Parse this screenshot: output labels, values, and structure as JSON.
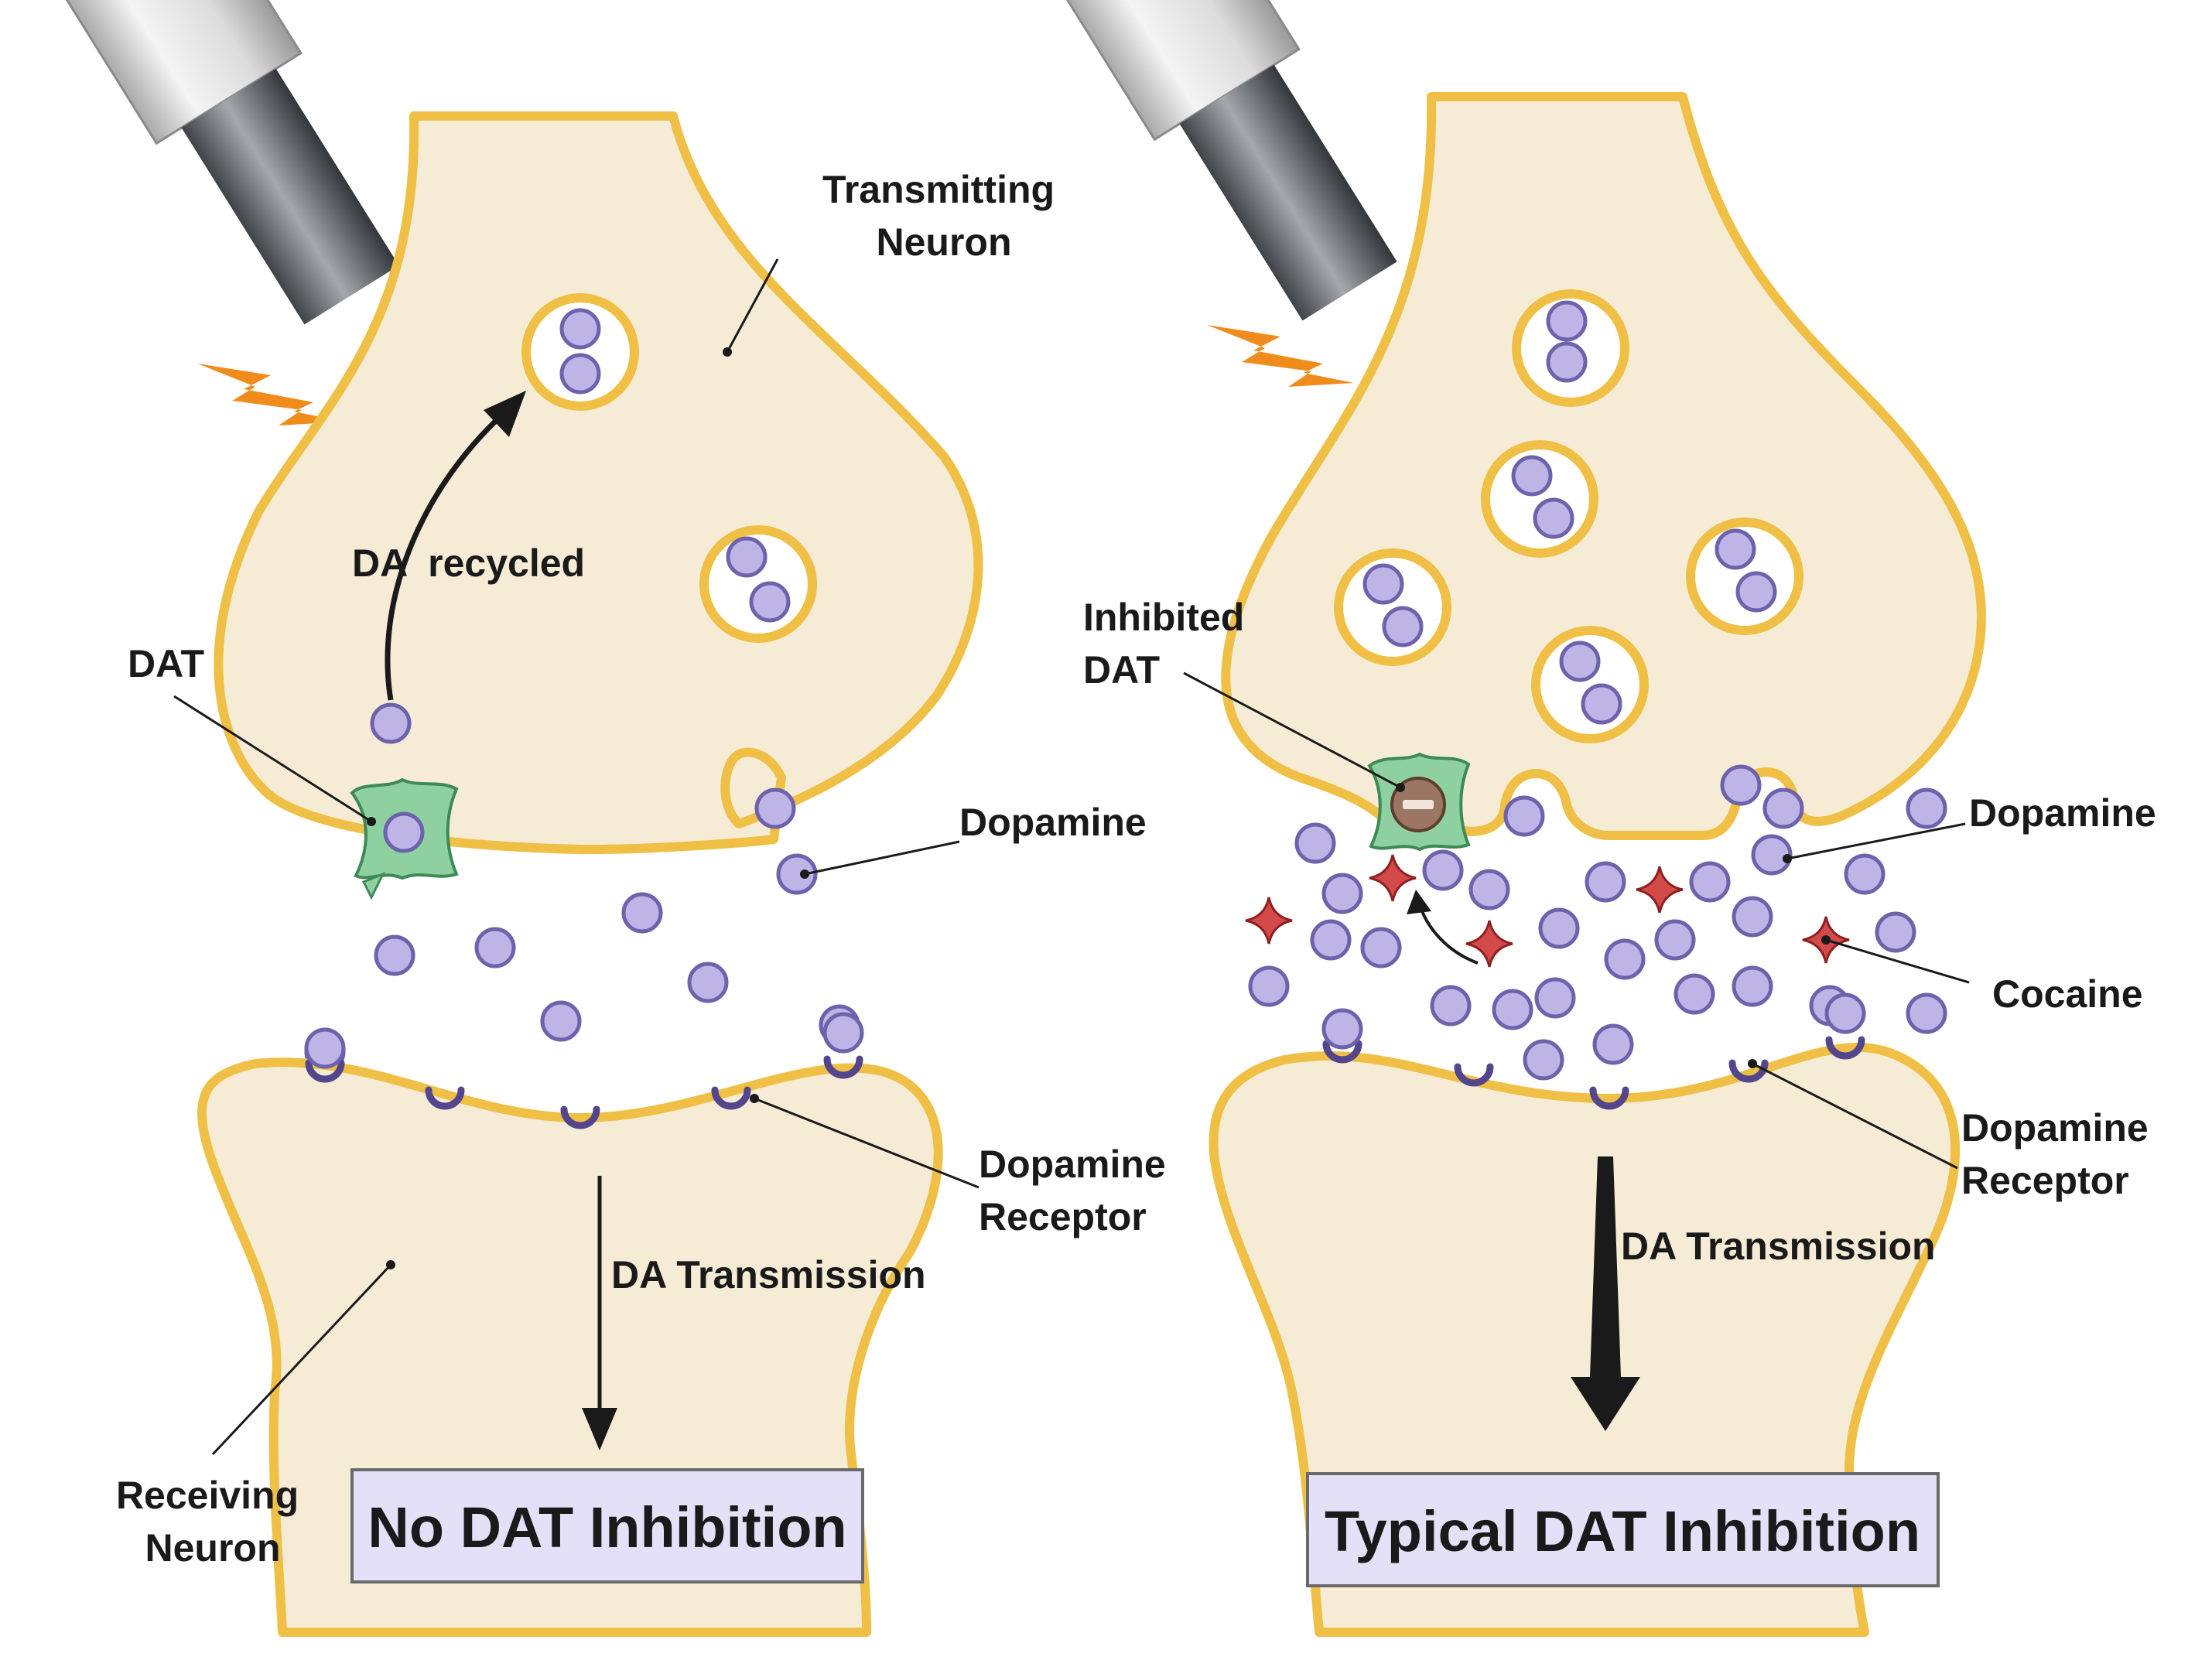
{
  "left_panel": {
    "transmitting_neuron_label": [
      "Transmitting",
      "Neuron"
    ],
    "da_recycled_label": "DA  recycled",
    "dat_label": "DAT",
    "dopamine_label": "Dopamine",
    "receptor_label": [
      "Dopamine",
      "Receptor"
    ],
    "transmission_label": "DA Transmission",
    "receiving_neuron_label": [
      "Receiving",
      "Neuron"
    ],
    "title": "No DAT Inhibition"
  },
  "right_panel": {
    "inhibited_dat_label": [
      "Inhibited",
      "DAT"
    ],
    "dopamine_label": "Dopamine",
    "cocaine_label": "Cocaine",
    "receptor_label": [
      "Dopamine",
      "Receptor"
    ],
    "transmission_label": "DA Transmission",
    "title": "Typical DAT Inhibition"
  },
  "colors": {
    "neuron_fill": "#f6ecd6",
    "neuron_outline": "#f0bf45",
    "dopamine": "#bfb4e6",
    "dat_transporter": "#8fd0a0",
    "cocaine": "#d24a4a",
    "title_box": "#e4e0f7",
    "spark": "#f08c1c"
  },
  "icons": [
    "electrode-icon",
    "spark-icon",
    "dat-transporter-icon",
    "cocaine-icon",
    "vesicle-icon"
  ]
}
